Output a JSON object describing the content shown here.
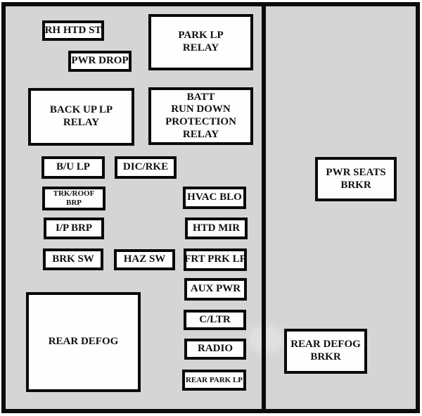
{
  "colors": {
    "panel_background": "#d5d5d5",
    "box_fill": "#fefefe",
    "line": "#0a0a0a",
    "text": "#111111"
  },
  "boxes": {
    "rh_htd_st": {
      "label": "RH HTD ST"
    },
    "pwr_drop": {
      "label": "PWR DROP"
    },
    "park_lp_relay": {
      "label": "PARK LP\nRELAY"
    },
    "back_up_lp_relay": {
      "label": "BACK UP LP\nRELAY"
    },
    "batt_run_down_protection_relay": {
      "label": "BATT\nRUN DOWN\nPROTECTION\nRELAY"
    },
    "b_u_lp": {
      "label": "B/U LP"
    },
    "dic_rke": {
      "label": "DIC/RKE"
    },
    "trk_roof_brp": {
      "label": "TRK/ROOF\nBRP"
    },
    "hvac_blo": {
      "label": "HVAC BLO"
    },
    "i_p_brp": {
      "label": "I/P BRP"
    },
    "htd_mir": {
      "label": "HTD MIR"
    },
    "brk_sw": {
      "label": "BRK SW"
    },
    "haz_sw": {
      "label": "HAZ SW"
    },
    "frt_prk_lp": {
      "label": "FRT PRK LP"
    },
    "aux_pwr": {
      "label": "AUX PWR"
    },
    "c_ltr": {
      "label": "C/LTR"
    },
    "radio": {
      "label": "RADIO"
    },
    "rear_park_lp": {
      "label": "REAR PARK LP"
    },
    "rear_defog": {
      "label": "REAR DEFOG"
    },
    "pwr_seats_brkr": {
      "label": "PWR SEATS\nBRKR"
    },
    "rear_defog_brkr": {
      "label": "REAR DEFOG\nBRKR"
    }
  }
}
